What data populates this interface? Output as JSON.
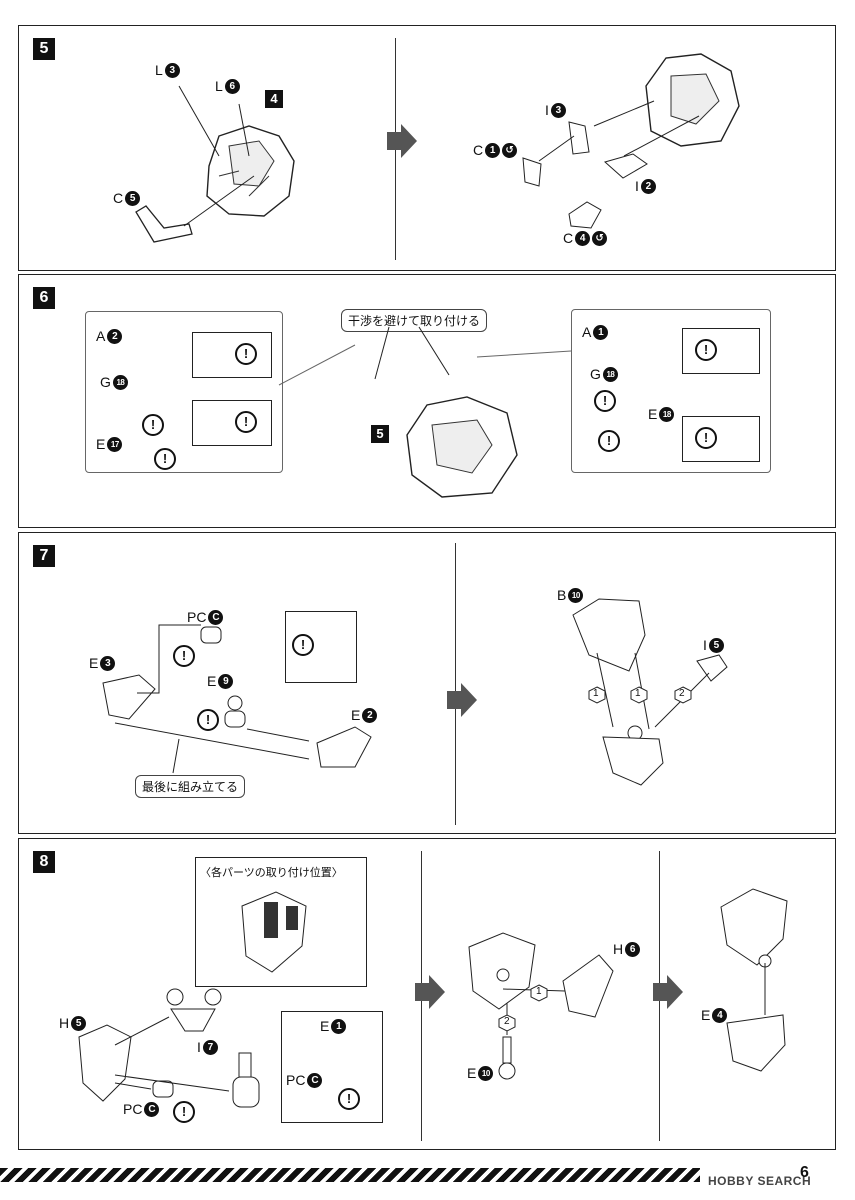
{
  "steps": {
    "s5": {
      "number": "5",
      "parts": {
        "l3": "L",
        "l6": "L",
        "c5": "C",
        "c1": "C",
        "i3": "I",
        "i2": "I",
        "c4": "C"
      },
      "nums": {
        "l3": "3",
        "l6": "6",
        "ref": "4",
        "c5": "5",
        "c1": "1",
        "i3": "3",
        "i2": "2",
        "c4": "4"
      }
    },
    "s6": {
      "number": "6",
      "note": "干渉を避けて取り付ける",
      "ref": "5",
      "left": {
        "a": "A",
        "a_num": "2",
        "g": "G",
        "g_num": "18",
        "e": "E",
        "e_num": "17"
      },
      "right": {
        "a": "A",
        "a_num": "1",
        "g": "G",
        "g_num": "18",
        "e": "E",
        "e_num": "18"
      }
    },
    "s7": {
      "number": "7",
      "note": "最後に組み立てる",
      "labels": {
        "pc": "PC",
        "pc_num": "C",
        "e3": "E",
        "e3_num": "3",
        "e9": "E",
        "e9_num": "9",
        "e2": "E",
        "e2_num": "2",
        "b10": "B",
        "b10_num": "10",
        "i5": "I",
        "i5_num": "5"
      },
      "order": {
        "one": "1",
        "two": "2"
      }
    },
    "s8": {
      "number": "8",
      "position_note": "〈各パーツの取り付け位置〉",
      "labels": {
        "h5": "H",
        "h5_num": "5",
        "i7": "I",
        "i7_num": "7",
        "pc": "PC",
        "pc_num": "C",
        "e1": "E",
        "e1_num": "1",
        "h6": "H",
        "h6_num": "6",
        "e10": "E",
        "e10_num": "10",
        "e4": "E",
        "e4_num": "4"
      },
      "order": {
        "one": "1",
        "two": "2"
      }
    }
  },
  "footer": {
    "page": "6",
    "brand": "HOBBY SEARCH"
  },
  "warning_glyph": "!"
}
